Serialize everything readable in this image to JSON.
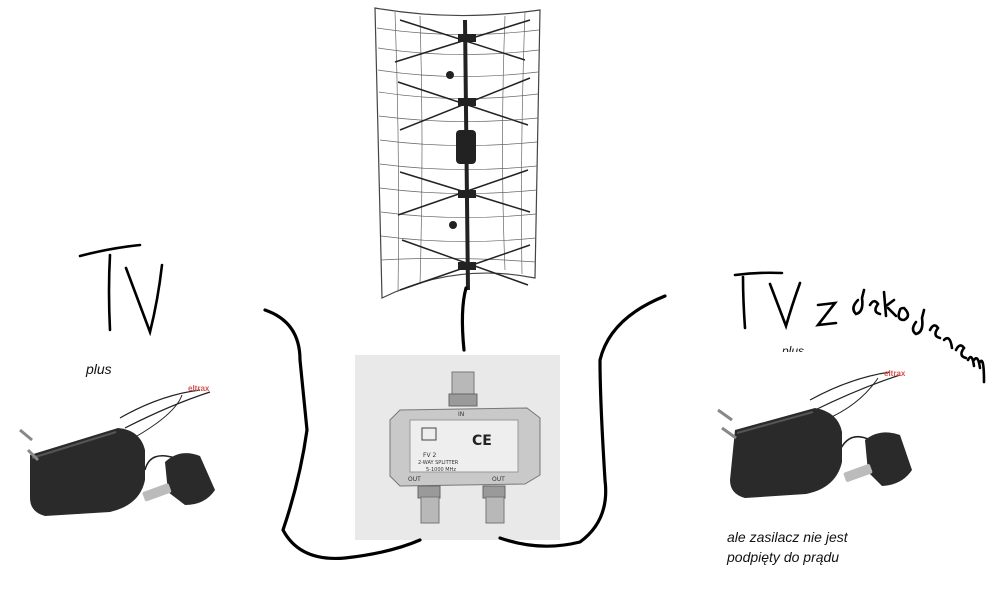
{
  "labels": {
    "plus_left": "plus",
    "plus_right": "plus",
    "caption_line1": "ale zasilacz nie jest",
    "caption_line2": "podpięty do prądu",
    "brand_left": "eltrax",
    "brand_right": "eltrax"
  },
  "splitter": {
    "in_label": "IN",
    "model": "FV 2",
    "type": "2-WAY SPLITTER",
    "freq": "5-1000 MHz",
    "out_left": "OUT",
    "out_right": "OUT",
    "ce": "CE"
  },
  "handwriting": {
    "left_title": "TV",
    "right_title": "TV z dekoderem"
  },
  "icons": [
    "antenna-icon",
    "splitter-icon",
    "power-adapter-icon",
    "coax-plug-icon"
  ]
}
